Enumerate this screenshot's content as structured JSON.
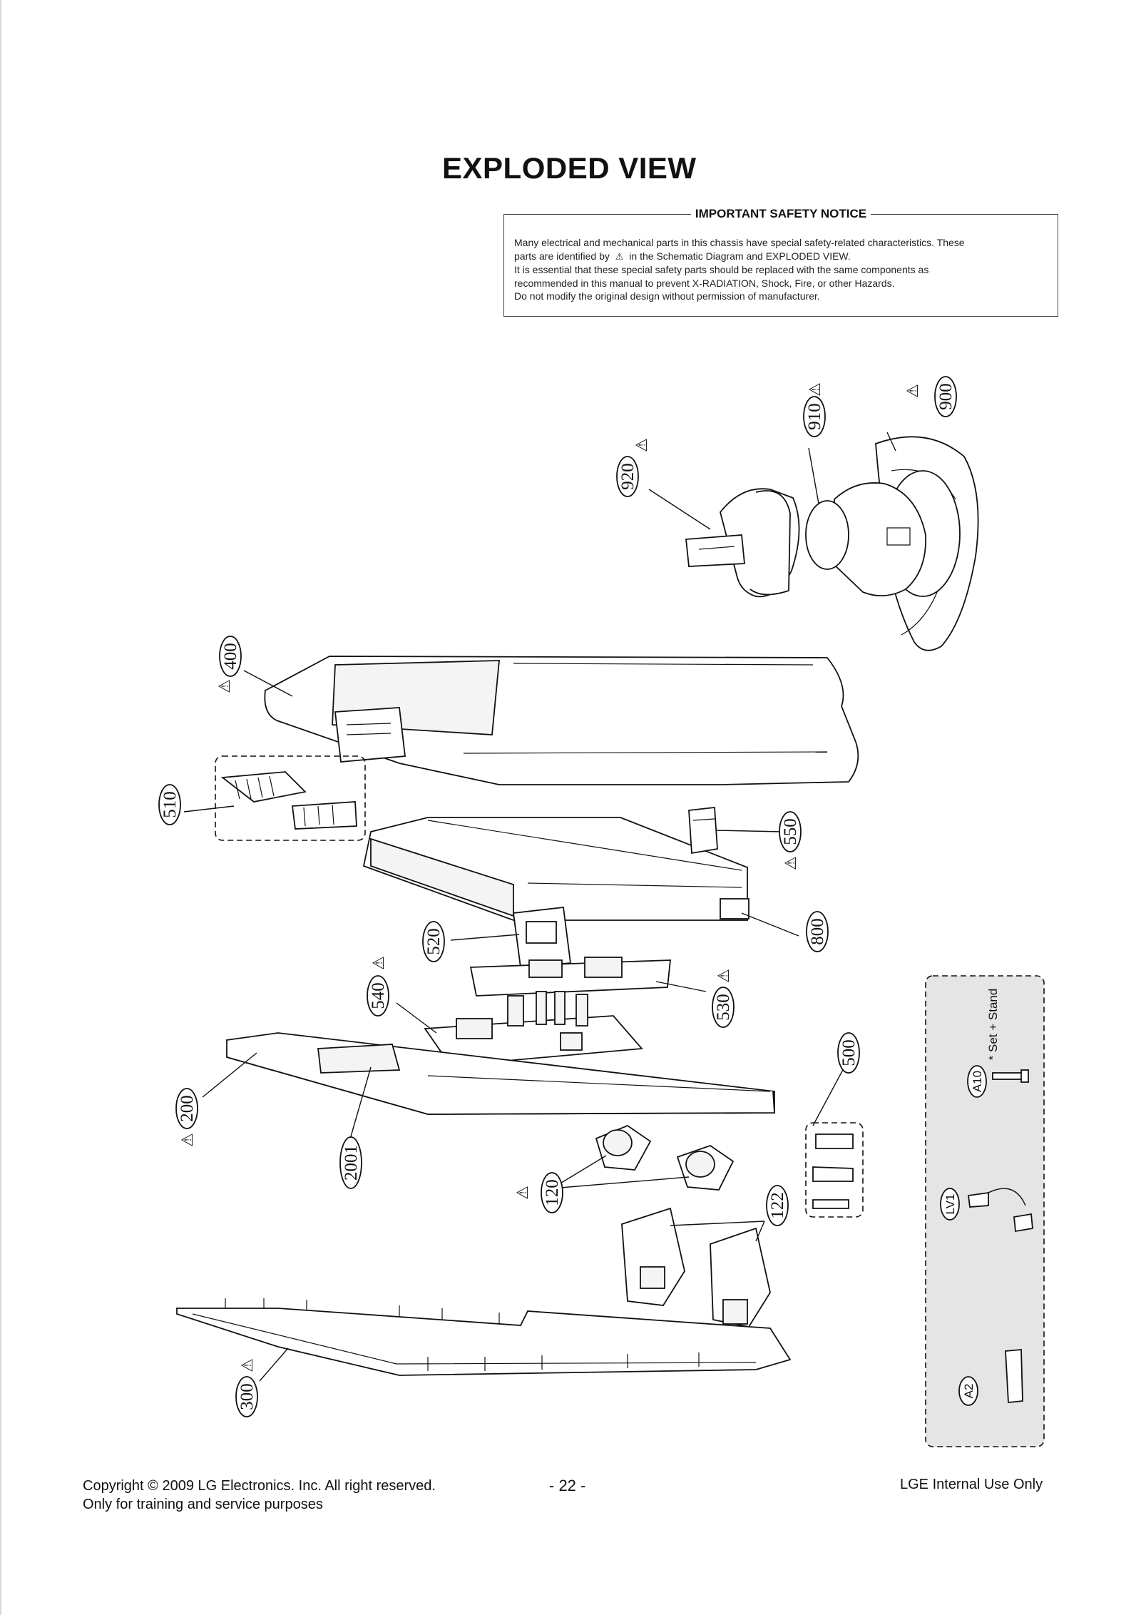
{
  "title": "EXPLODED VIEW",
  "notice": {
    "title": "IMPORTANT SAFETY NOTICE",
    "line1": "Many electrical and mechanical parts in this chassis have special safety-related characteristics. These",
    "line2a": "parts are identified by",
    "line2b": "in the Schematic Diagram and EXPLODED VIEW.",
    "line3": "It is essential that these special safety parts should be replaced with the same components as",
    "line4": "recommended in this manual to prevent X-RADIATION, Shock, Fire, or other Hazards.",
    "line5": "Do not modify the original design without permission of manufacturer."
  },
  "callouts": {
    "p900": "900",
    "p910": "910",
    "p920": "920",
    "p400": "400",
    "p510": "510",
    "p550": "550",
    "p800": "800",
    "p520": "520",
    "p530": "530",
    "p540": "540",
    "p500": "500",
    "p200": "200",
    "p2001": "2001",
    "p120": "120",
    "p122": "122",
    "p300": "300",
    "pA10": "A10",
    "pLV1": "LV1",
    "pA2": "A2"
  },
  "warning_symbol": "⚠",
  "side_note": "* Set + Stand",
  "footer": {
    "copyright": "Copyright © 2009 LG Electronics. Inc. All right reserved.",
    "purpose": "Only for training and service purposes",
    "page": "- 22 -",
    "internal": "LGE Internal Use Only"
  }
}
